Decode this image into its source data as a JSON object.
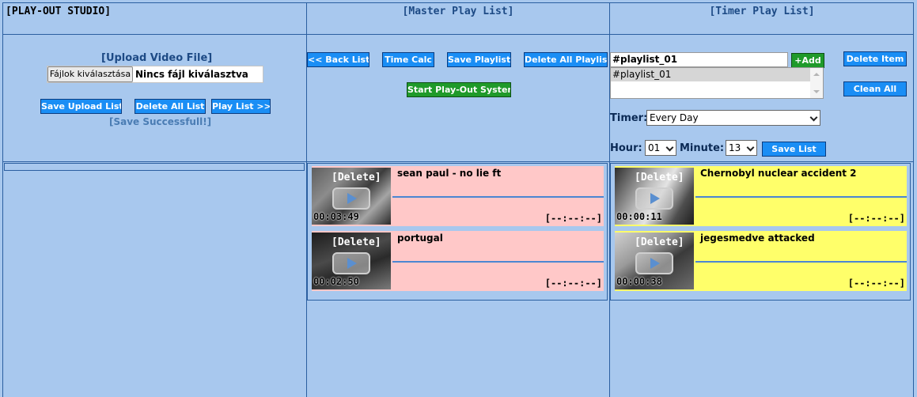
{
  "header": {
    "app_title": "[PLAY-OUT STUDIO]",
    "master_title": "[Master Play List]",
    "timer_title": "[Timer Play List]"
  },
  "upload": {
    "title": "[Upload Video File]",
    "choose_file_label": "Fájlok kiválasztása",
    "file_status": "Nincs fájl kiválasztva",
    "save_upload_label": "Save Upload List",
    "delete_all_label": "Delete All List",
    "play_list_label": "Play List >>",
    "save_message": "[Save Successfull!]"
  },
  "master": {
    "back_list_label": "<< Back List",
    "time_calc_label": "Time Calc",
    "save_playlist_label": "Save Playlist",
    "delete_all_playlist_label": "Delete All Playlist",
    "start_playout_label": "Start Play-Out System",
    "items": [
      {
        "delete_label": "[Delete]",
        "duration": "00:03:49",
        "title": "sean paul - no lie ft",
        "time": "[--:--:--]"
      },
      {
        "delete_label": "[Delete]",
        "duration": "00:02:50",
        "title": "portugal",
        "time": "[--:--:--]"
      }
    ]
  },
  "timer": {
    "playlist_input_value": "#playlist_01",
    "add_label": "+Add",
    "delete_item_label": "Delete Item",
    "clean_all_label": "Clean All",
    "playlists": [
      "#playlist_01"
    ],
    "timer_label": "Timer:",
    "timer_value": "Every Day",
    "hour_label": "Hour:",
    "hour_value": "01",
    "minute_label": "Minute:",
    "minute_value": "13",
    "save_list_label": "Save List",
    "items": [
      {
        "delete_label": "[Delete]",
        "duration": "00:00:11",
        "title": "Chernobyl nuclear accident 2",
        "time": "[--:--:--]"
      },
      {
        "delete_label": "[Delete]",
        "duration": "00:00:38",
        "title": "jegesmedve attacked",
        "time": "[--:--:--]"
      }
    ]
  },
  "colors": {
    "background": "#a8c8ee",
    "button_blue": "#1a8ef5",
    "button_green": "#1f9a2a",
    "master_card": "#ffc8c8",
    "timer_card": "#ffff6a"
  }
}
